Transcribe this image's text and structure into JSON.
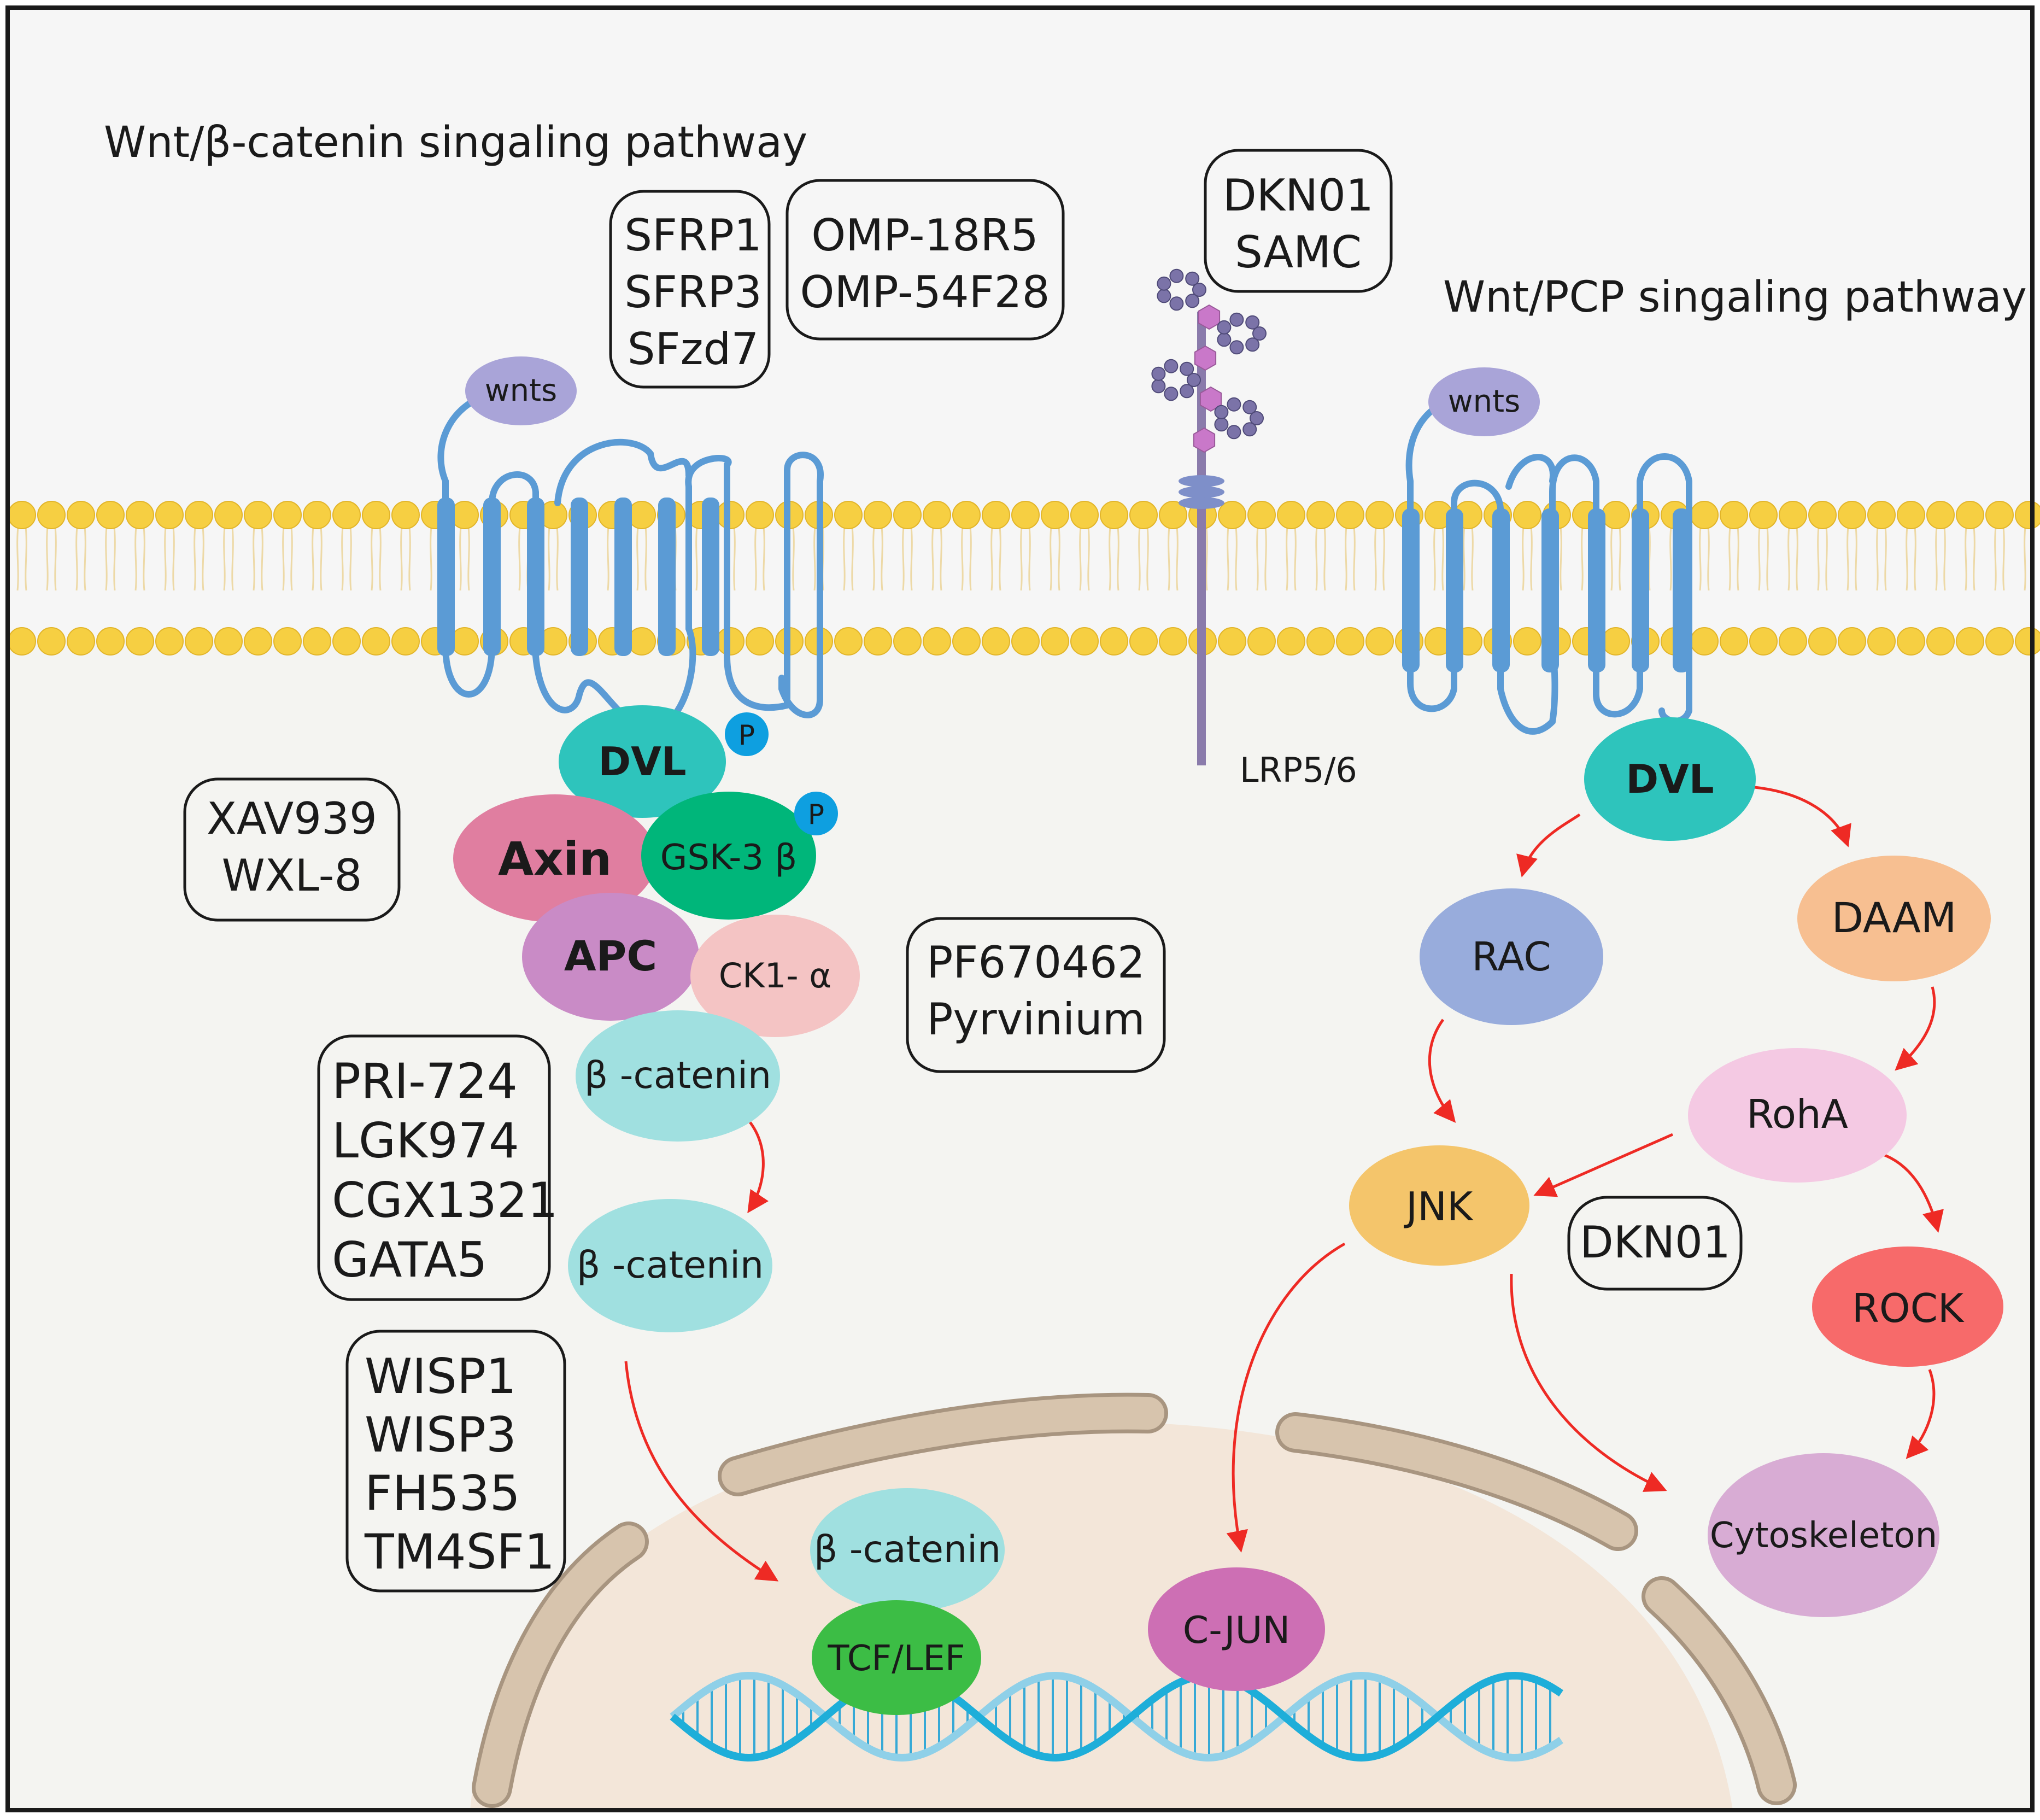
{
  "titles": {
    "canonical": "Wnt/β-catenin singaling pathway",
    "pcp": "Wnt/PCP singaling pathway"
  },
  "drug_boxes": {
    "sfrp": [
      "SFRP1",
      "SFRP3",
      "SFzd7"
    ],
    "omp": [
      "OMP-18R5",
      "OMP-54F28"
    ],
    "dkn01_samc": [
      "DKN01",
      "SAMC"
    ],
    "xav": [
      "XAV939",
      "WXL-8"
    ],
    "pf": [
      "PF670462",
      "Pyrvinium"
    ],
    "pri": [
      "PRI-724",
      "LGK974",
      "CGX1321",
      "GATA5"
    ],
    "wisp": [
      "WISP1",
      "WISP3",
      "FH535",
      "TM4SF1"
    ],
    "dkn01": [
      "DKN01"
    ]
  },
  "nodes": {
    "wnts_left": "wnts",
    "wnts_right": "wnts",
    "dvl_left": "DVL",
    "phospho_1": "P",
    "phospho_2": "P",
    "axin": "Axin",
    "gsk3b": "GSK-3 β",
    "apc": "APC",
    "ck1a": "CK1- α",
    "bcatenin_1": "β -catenin",
    "bcatenin_2": "β -catenin",
    "bcatenin_nuc": "β -catenin",
    "tcf_lef": "TCF/LEF",
    "lrp": "LRP5/6",
    "dvl_right": "DVL",
    "rac": "RAC",
    "daam": "DAAM",
    "roha": "RohA",
    "jnk": "JNK",
    "rock": "ROCK",
    "cytoskeleton": "Cytoskeleton",
    "cjun": "C-JUN"
  },
  "colors": {
    "membrane_head": "#f6cf42",
    "receptor": "#5b9bd5",
    "wnts": "#a9a4d8",
    "dvl": "#2ec4bc",
    "axin": "#e07ea0",
    "gsk3b": "#00b67a",
    "apc": "#c98bc6",
    "ck1a": "#f4c4c4",
    "bcatenin": "#a0e0e0",
    "tcf_lef": "#3cbd45",
    "rac": "#98acdc",
    "daam": "#f7bf91",
    "roha": "#f4c9e3",
    "jnk": "#f4c56b",
    "rock": "#f76a6a",
    "cytoskeleton": "#d8acd4",
    "cjun": "#cd6fb4",
    "arrow": "#ee2a24",
    "nucleus": "#f3e6d9",
    "nuclear_envelope": "#d7c4ad"
  }
}
